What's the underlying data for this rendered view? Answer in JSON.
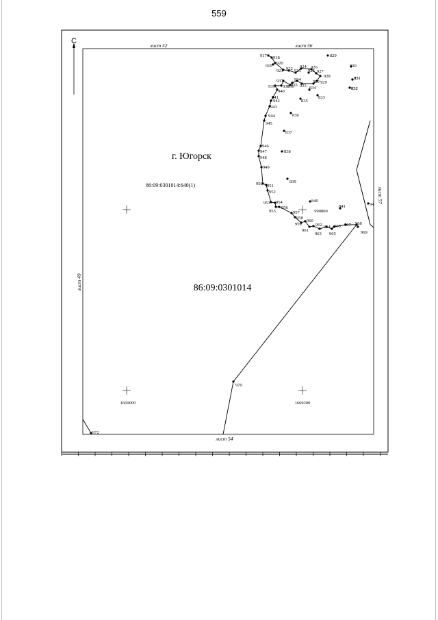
{
  "page_number": "559",
  "north_letter": "С",
  "sheet_labels": {
    "top_left": "лист 52",
    "top_right": "лист 56",
    "bottom": "лист 54",
    "left": "лист 49",
    "right": "лист 57"
  },
  "town_label": "г. Югорск",
  "parcel_label": "86:09:0301014:640(1)",
  "quarter_label": "86:09:0301014",
  "grid_labels": {
    "left": "1669000",
    "right": "1669200",
    "inner": "990800"
  },
  "boundary_points": [
    "917",
    "918",
    "920",
    "919",
    "921",
    "922",
    "923",
    "924",
    "926",
    "925",
    "927",
    "928",
    "929",
    "930",
    "931",
    "932",
    "933",
    "934",
    "935",
    "936",
    "937",
    "938",
    "939",
    "940",
    "941",
    "942",
    "943",
    "944",
    "945",
    "946",
    "947",
    "948",
    "949",
    "950",
    "951",
    "952",
    "953",
    "954",
    "955",
    "956",
    "957",
    "958",
    "959",
    "960",
    "961",
    "962",
    "963",
    "964",
    "965",
    "966",
    "967",
    "968",
    "969",
    "970",
    "972"
  ],
  "inner_points": [
    "829",
    "830",
    "831",
    "832",
    "833",
    "834",
    "835",
    "836",
    "837",
    "838",
    "839",
    "840",
    "841"
  ],
  "edge_point": "94"
}
